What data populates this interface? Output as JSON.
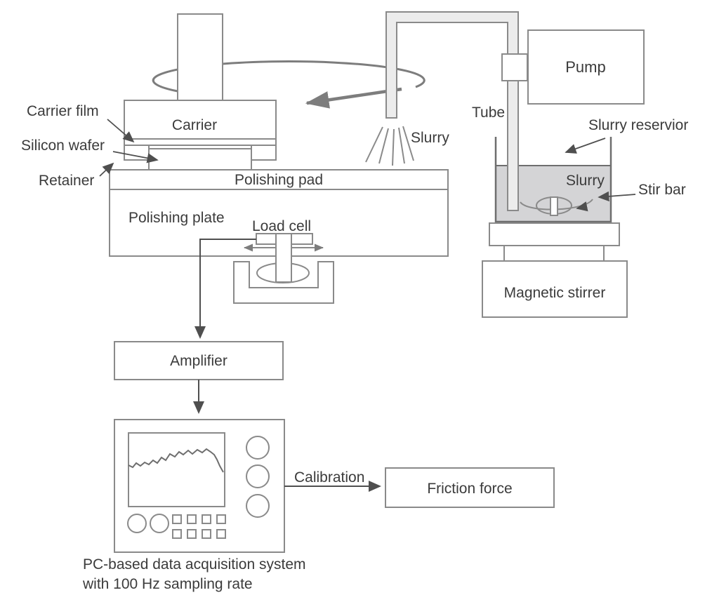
{
  "figure": {
    "labels": {
      "carrier_film": "Carrier film",
      "silicon_wafer": "Silicon wafer",
      "retainer": "Retainer",
      "carrier": "Carrier",
      "polishing_pad": "Polishing pad",
      "polishing_plate": "Polishing plate",
      "load_cell": "Load cell",
      "slurry_spray": "Slurry",
      "tube": "Tube",
      "pump": "Pump",
      "slurry_reservoir": "Slurry reservior",
      "slurry_in_beaker": "Slurry",
      "stir_bar": "Stir bar",
      "magnetic_stirrer": "Magnetic stirrer",
      "amplifier": "Amplifier",
      "calibration": "Calibration",
      "friction_force": "Friction force",
      "caption_line1": "PC-based data acquisition system",
      "caption_line2": "with 100 Hz sampling rate"
    },
    "colors": {
      "box_stroke": "#8a8a8a",
      "rotation_arrow": "#7d7d7d",
      "flow_arrow": "#4f4f4f",
      "text": "#3b3b3b",
      "tube_fill": "#ececec",
      "slurry_fill": "#d4d4d6"
    }
  }
}
